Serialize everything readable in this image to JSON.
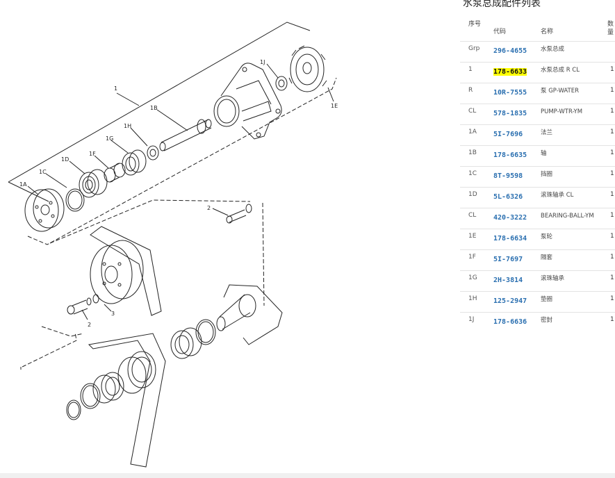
{
  "panel": {
    "title": "水泵总成配件列表",
    "headers": {
      "seq": "序号",
      "code": "代码",
      "name": "名称",
      "qty": "数量"
    }
  },
  "parts": [
    {
      "seq": "Grp",
      "code": "296-4655",
      "name": "水泵总成",
      "qty": "",
      "highlight": false
    },
    {
      "seq": "1",
      "code": "178-6633",
      "name": "水泵总成 R CL",
      "qty": "1",
      "highlight": true
    },
    {
      "seq": "R",
      "code": "10R-7555",
      "name": "泵 GP-WATER",
      "qty": "1",
      "highlight": false
    },
    {
      "seq": "CL",
      "code": "578-1835",
      "name": "PUMP-WTR-YM",
      "qty": "1",
      "highlight": false
    },
    {
      "seq": "1A",
      "code": "5I-7696",
      "name": "法兰",
      "qty": "1",
      "highlight": false
    },
    {
      "seq": "1B",
      "code": "178-6635",
      "name": "轴",
      "qty": "1",
      "highlight": false
    },
    {
      "seq": "1C",
      "code": "8T-9598",
      "name": "挡圈",
      "qty": "1",
      "highlight": false
    },
    {
      "seq": "1D",
      "code": "5L-6326",
      "name": "滚珠轴承 CL",
      "qty": "1",
      "highlight": false
    },
    {
      "seq": "CL",
      "code": "420-3222",
      "name": "BEARING-BALL-YM",
      "qty": "1",
      "highlight": false
    },
    {
      "seq": "1E",
      "code": "178-6634",
      "name": "泵轮",
      "qty": "1",
      "highlight": false
    },
    {
      "seq": "1F",
      "code": "5I-7697",
      "name": "隔套",
      "qty": "1",
      "highlight": false
    },
    {
      "seq": "1G",
      "code": "2H-3814",
      "name": "滚珠轴承",
      "qty": "1",
      "highlight": false
    },
    {
      "seq": "1H",
      "code": "125-2947",
      "name": "垫圈",
      "qty": "1",
      "highlight": false
    },
    {
      "seq": "1J",
      "code": "178-6636",
      "name": "密封",
      "qty": "1",
      "highlight": false
    }
  ],
  "diagram": {
    "callouts": [
      "1",
      "1A",
      "1B",
      "1C",
      "1D",
      "1E",
      "1F",
      "1G",
      "1H",
      "1J",
      "2",
      "2",
      "3"
    ]
  },
  "colors": {
    "code_link": "#2a6fb0",
    "highlight": "#ffff00",
    "line": "#222222"
  }
}
